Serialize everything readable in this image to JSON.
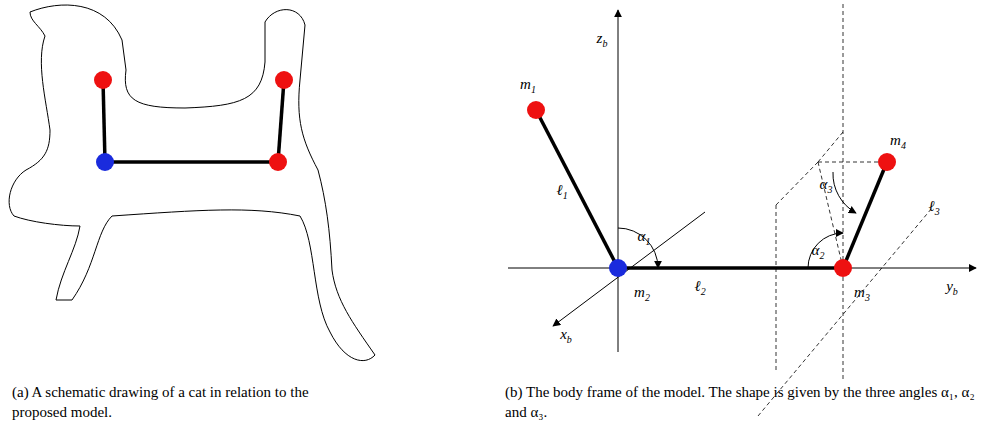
{
  "diagram": {
    "labels": [
      "zb",
      "yb",
      "xb",
      "m1",
      "m2",
      "m3",
      "m4",
      "ℓ1",
      "ℓ2",
      "ℓ3",
      "α1",
      "α2",
      "α3",
      "(a) A schematic drawing of a cat in relation to the proposed model.",
      "(b) The body frame of the model. The shape is given by the three angles α₁, α₂ and α₃."
    ]
  }
}
